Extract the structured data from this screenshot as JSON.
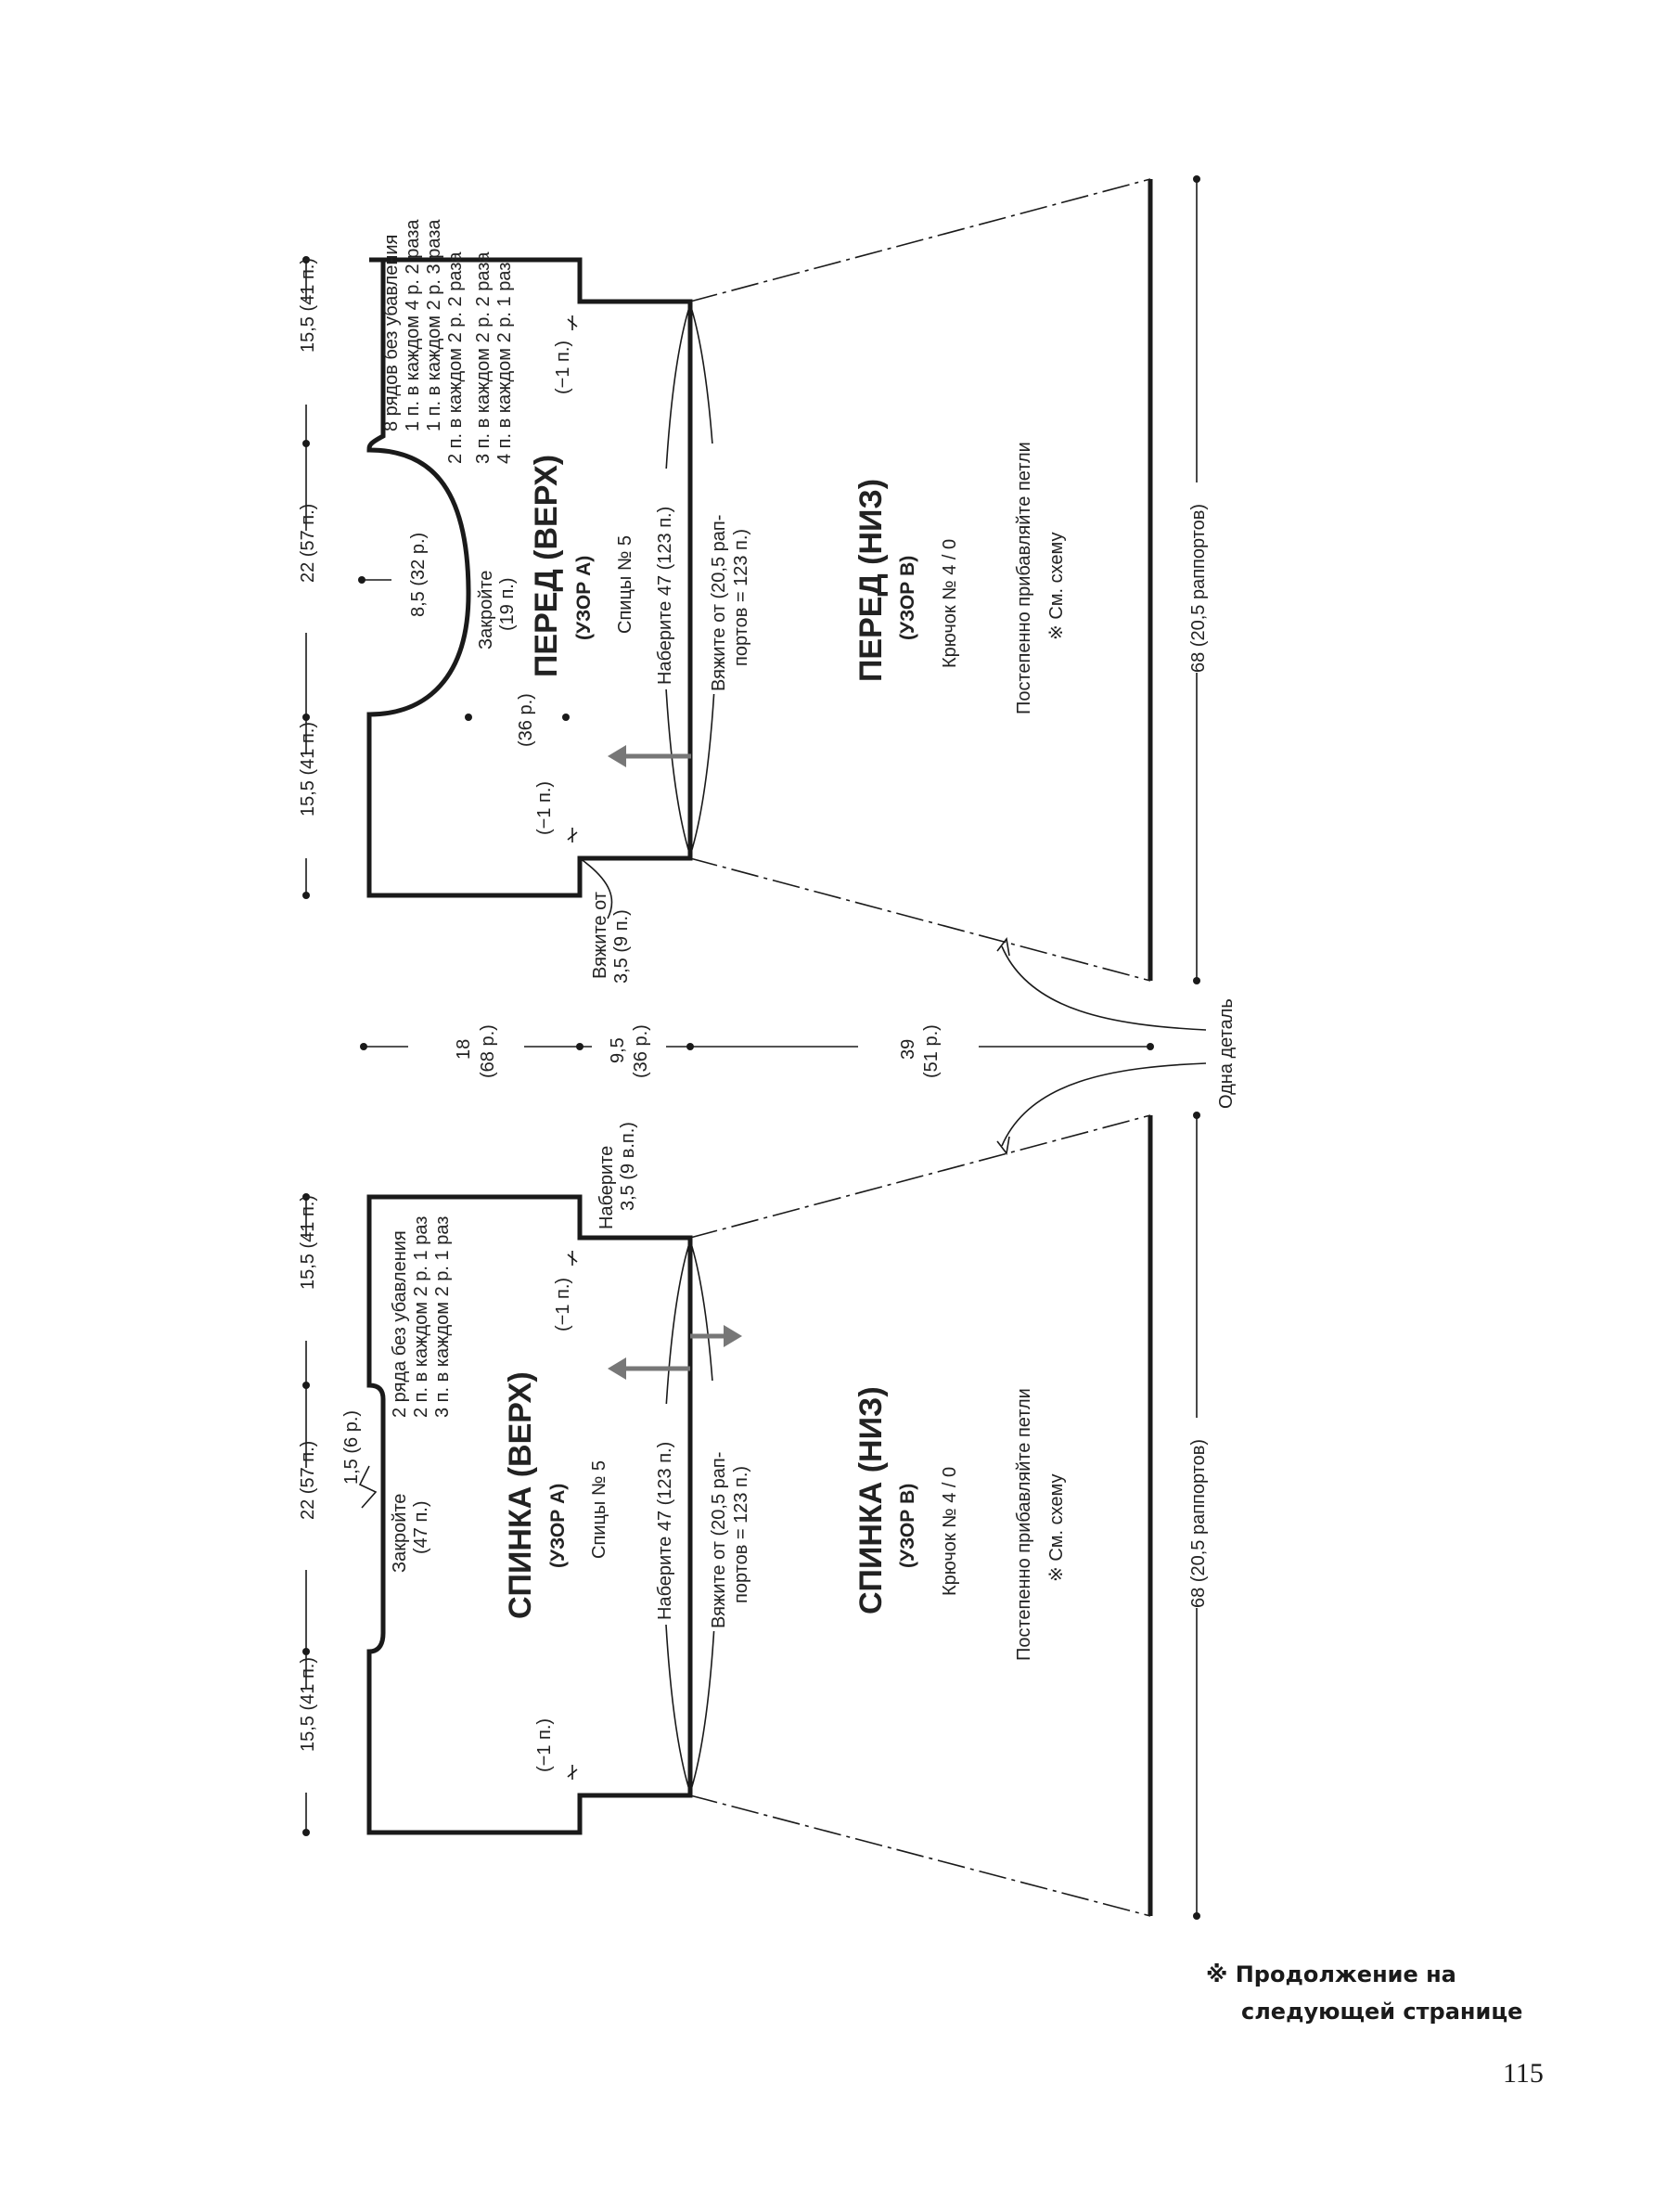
{
  "front_upper": {
    "title": "ПЕРЕД (ВЕРХ)",
    "pattern": "(УЗОР А)",
    "needles": "Спицы № 5",
    "cast_on": "Наберите 47 (123 п.)",
    "knit_from": "Вяжите от (20,5 рап-",
    "knit_from_2": "портов = 123 п.)",
    "bind_off": "Закройте",
    "bind_off_count": "(19 п.)",
    "neck_depth": "8,5 (32 р.)",
    "rows_36": "(36 р.)",
    "dec_left": "(−1 п.)",
    "dec_right": "(−1 п.)",
    "knit_from_35": "Вяжите от",
    "knit_from_35_2": "3,5 (9 п.)",
    "neck_notes": [
      "8 рядов без убавления",
      "1 п. в каждом 4 р. 2 раза",
      "1 п. в каждом 2 р. 3 раза",
      "2 п. в каждом 2 р. 2 раза",
      "3 п. в каждом 2 р. 2 раза",
      "4 п. в каждом 2 р. 1 раз"
    ],
    "dims": [
      "15,5 (41 п.)",
      "22 (57 п.)",
      "15,5 (41 п.)"
    ]
  },
  "front_lower": {
    "title": "ПЕРЕД (НИЗ)",
    "pattern": "(УЗОР В)",
    "hook": "Крючок № 4 / 0",
    "increase": "Постепенно прибавляйте петли",
    "see_chart": "※ См. схему",
    "hem_dim": "68 (20,5 раппортов)"
  },
  "back_upper": {
    "title": "СПИНКА (ВЕРХ)",
    "pattern": "(УЗОР А)",
    "needles": "Спицы № 5",
    "cast_on": "Наберите 47 (123 п.)",
    "knit_from": "Вяжите от (20,5 рап-",
    "knit_from_2": "портов = 123 п.)",
    "bind_off": "Закройте",
    "bind_off_count": "(47 п.)",
    "neck_depth": "1,5 (6 р.)",
    "dec_left": "(−1 п.)",
    "dec_right": "(−1 п.)",
    "cast_on_35": "Наберите",
    "cast_on_35_2": "3,5 (9 в.п.)",
    "neck_notes": [
      "2 ряда без убавления",
      "2 п. в каждом 2 р. 1 раз",
      "3 п. в каждом 2 р. 1 раз"
    ],
    "dims": [
      "15,5 (41 п.)",
      "22 (57 п.)",
      "15,5 (41 п.)"
    ]
  },
  "back_lower": {
    "title": "СПИНКА (НИЗ)",
    "pattern": "(УЗОР В)",
    "hook": "Крючок № 4 / 0",
    "increase": "Постепенно прибавляйте петли",
    "see_chart": "※ См. схему",
    "hem_dim": "68 (20,5 раппортов)"
  },
  "heights": {
    "h1": "18",
    "h1_rows": "(68 р.)",
    "h2": "9,5",
    "h2_rows": "(36 р.)",
    "h3": "39",
    "h3_rows": "(51 р.)"
  },
  "one_piece": "Одна деталь",
  "continuation": {
    "symbol": "※",
    "line1": "Продолжение на",
    "line2": "следующей странице"
  },
  "page_number": "115"
}
